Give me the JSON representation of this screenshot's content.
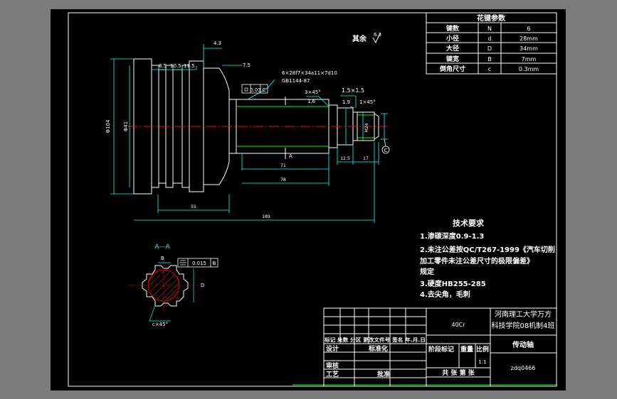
{
  "colors": {
    "frame": "#ffffff",
    "outline": "#ffffff",
    "dimension": "#00ffff",
    "thread": "#00ff00",
    "centerline": "#ff0000",
    "section_hatch": "#ff0000",
    "annotation": "#ffffff",
    "background": "#000000",
    "surround": "#7b7b7b"
  },
  "roughness": {
    "label": "其余",
    "value": "6.3"
  },
  "spline_table": {
    "title": "花键参数",
    "rows": [
      {
        "name": "键数",
        "symbol": "N",
        "value": "6"
      },
      {
        "name": "小径",
        "symbol": "d",
        "value": "28mm"
      },
      {
        "name": "大径",
        "symbol": "D",
        "value": "34mm"
      },
      {
        "name": "键宽",
        "symbol": "B",
        "value": "7mm"
      },
      {
        "name": "倒角尺寸",
        "symbol": "c",
        "value": "0.3mm"
      }
    ]
  },
  "dimensions": {
    "d_43": "4.3",
    "d_85": "8.5",
    "d_105": "10.5",
    "d_115": "11.5",
    "d_75": "7.5",
    "d_phi104": "Φ104",
    "d_phi41": "Φ41",
    "d_55": "55",
    "d_189": "189",
    "d_71": "71",
    "d_78": "78",
    "d_125": "12.5",
    "d_17": "17",
    "d_15x15": "1.5×1.5",
    "d_19": "1.9",
    "d_1x45": "1×45°",
    "d_16": "1.6",
    "d_3x45": "3×45°",
    "spline_spec": "6×28f7×34a11×7d10",
    "spline_std": "GB1144-87",
    "tol_value": "0.03",
    "tol_ref": "C",
    "datum_c": "C",
    "section_mark": "A",
    "thread_label": "M24"
  },
  "section": {
    "title": "A—A",
    "dim_b": "B",
    "dim_d": "D",
    "dim_c45": "c×45°",
    "tol_value": "0.015",
    "tol_ref": "B"
  },
  "tech_requirements": {
    "title": "技术要求",
    "lines": [
      "1.渗碳深度0.9-1.3",
      "2.未注公差按QC/T267-1999《汽车切削",
      "加工零件未注公差尺寸的极限偏差》",
      "规定",
      "3.硬度HB255-285",
      "4.去尖角，毛刺"
    ]
  },
  "title_block": {
    "material": "40Cr",
    "school_line1": "河南理工大学万方",
    "school_line2": "科技学院08机制4班",
    "part_name": "传动轴",
    "drawing_no": "zdq0466",
    "scale": "1:1",
    "rev_headers": "标记 处数 分区 更改文件号 签名 年.月.日",
    "designer": "设计",
    "standardize": "标准化",
    "stage_mark": "阶段标记",
    "weight": "重量",
    "scale_label": "比例",
    "review": "审核",
    "process": "工艺",
    "approve": "批准",
    "sheets": "共  张  第  张"
  }
}
